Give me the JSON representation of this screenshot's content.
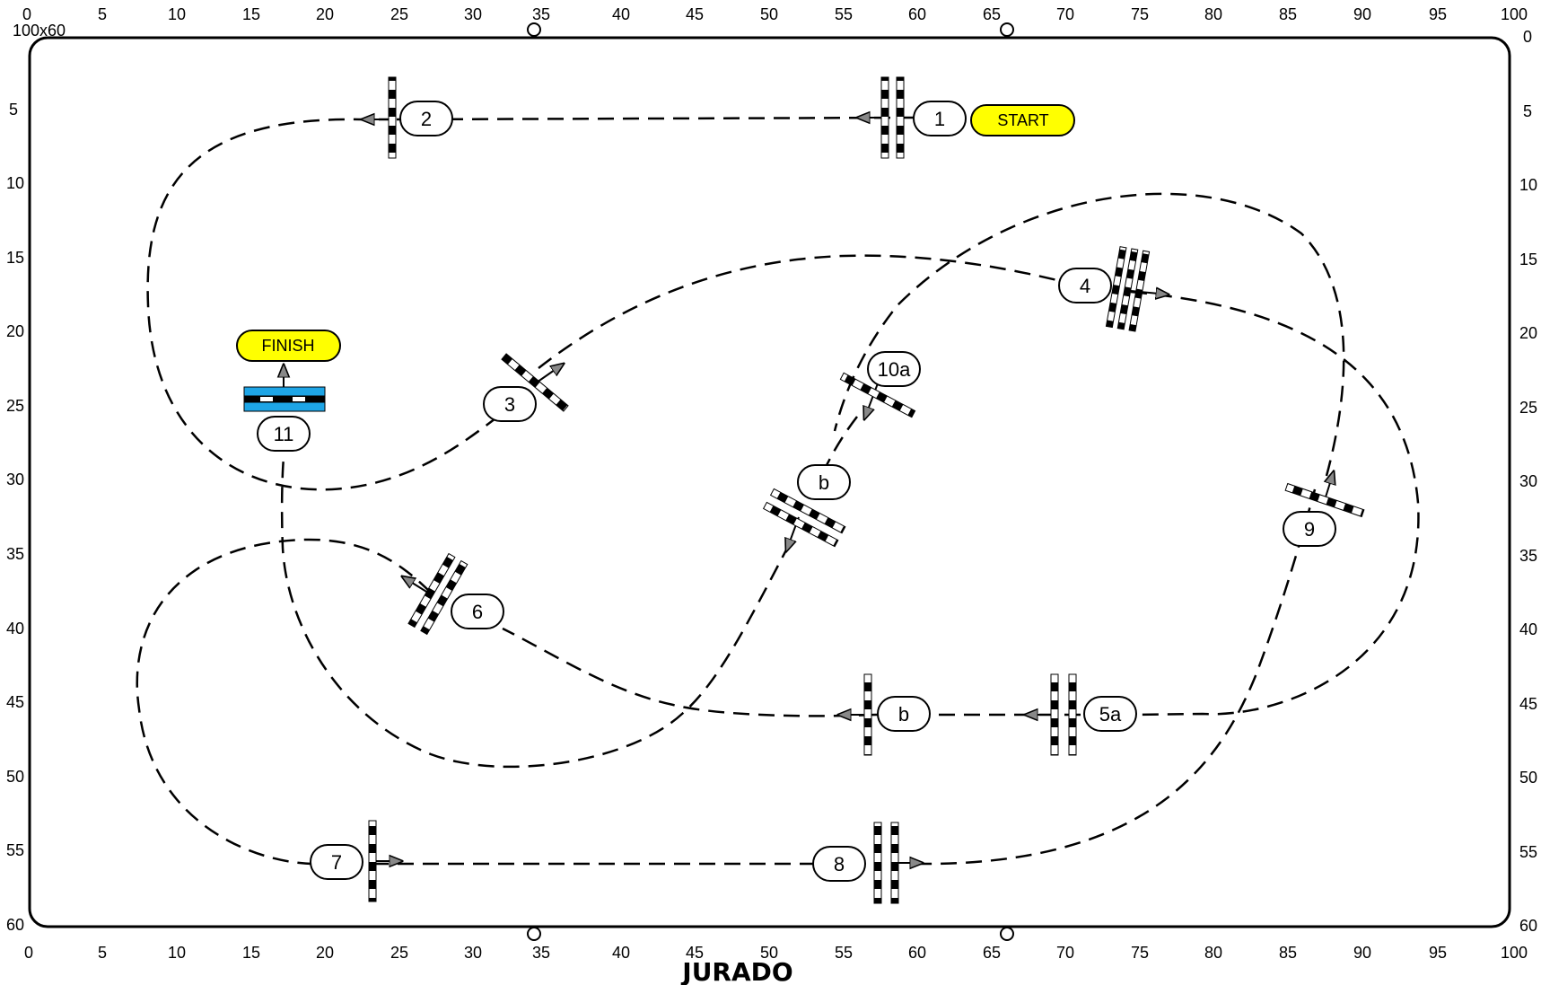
{
  "arena": {
    "size_label": "100x60"
  },
  "scale": {
    "top_ticks": [
      "0",
      "5",
      "10",
      "15",
      "20",
      "25",
      "30",
      "35",
      "40",
      "45",
      "50",
      "55",
      "60",
      "65",
      "70",
      "75",
      "80",
      "85",
      "90",
      "95",
      "100"
    ],
    "bottom_ticks": [
      "0",
      "5",
      "10",
      "15",
      "20",
      "25",
      "30",
      "35",
      "40",
      "45",
      "50",
      "55",
      "60",
      "65",
      "70",
      "75",
      "80",
      "85",
      "90",
      "95",
      "100"
    ],
    "left_ticks": [
      "0",
      "5",
      "10",
      "15",
      "20",
      "25",
      "30",
      "35",
      "40",
      "45",
      "50",
      "55",
      "60"
    ],
    "right_ticks": [
      "0",
      "5",
      "10",
      "15",
      "20",
      "25",
      "30",
      "35",
      "40",
      "45",
      "50",
      "55",
      "60"
    ]
  },
  "obstacles": {
    "o1": "1",
    "o2": "2",
    "o3": "3",
    "o4": "4",
    "o5a": "5a",
    "o5b": "b",
    "o6": "6",
    "o7": "7",
    "o8": "8",
    "o9": "9",
    "o10a": "10a",
    "o10b": "b",
    "o11": "11"
  },
  "markers": {
    "start": "START",
    "finish": "FINISH"
  },
  "footer": {
    "jury": "JURADO"
  },
  "colors": {
    "marker_fill": "#ffff00",
    "water_fill": "#1ea5e6",
    "ink": "#000000"
  }
}
